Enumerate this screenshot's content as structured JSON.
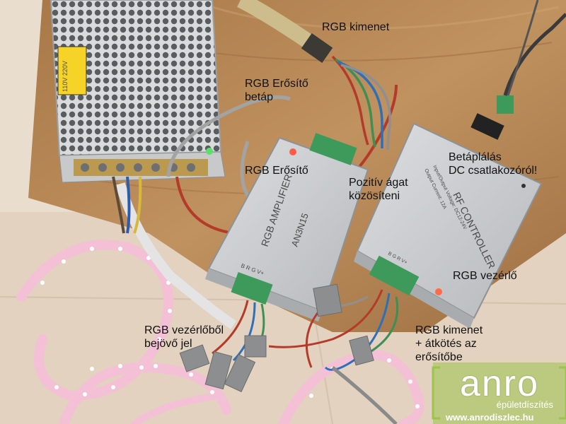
{
  "photo": {
    "palette": {
      "wood": "#b8895a",
      "wall": "#e9ddcd",
      "aluminum": "#c9cbcd",
      "psu_mesh": "#d7d8d9",
      "led_pink": "#f7c8dc",
      "wire_red": "#b43a2a",
      "wire_grey": "#9a9a9a",
      "wire_blue": "#2d6fb8",
      "wire_green": "#3f8f55",
      "terminal_green": "#3e9a5b",
      "logo_green": "#9cc34c"
    }
  },
  "annotations": {
    "rgb_output": "RGB kimenet",
    "amp_power": [
      "RGB Erősítő",
      "betáp"
    ],
    "amp": "RGB Erősítő",
    "feed": [
      "Betáplálás",
      "DC csatlakozóról!"
    ],
    "common": [
      "Pozitív ágat",
      "közösíteni"
    ],
    "controller": "RGB vezérlő",
    "ctrl_signal": [
      "RGB vezérlőből",
      "bejövő jel"
    ],
    "out_bridge": [
      "RGB kimenet",
      "+ átkötés az",
      "erősítőbe"
    ]
  },
  "devices": {
    "amp_title": "RGB AMPLIFIER",
    "amp_model": "AN3N15",
    "ctrl_title": "RF CONTROLLER",
    "ctrl_line1": "Input/Output Voltage: DC12-24V",
    "ctrl_line2": "Output Current: 12A",
    "psu_warning": "110V 220V",
    "amp_pins": "B R G V+",
    "ctrl_pins": "B G R V+"
  },
  "logo": {
    "brand": "anro",
    "tagline": "épületdíszítés",
    "url": "www.anrodiszlec.hu"
  }
}
